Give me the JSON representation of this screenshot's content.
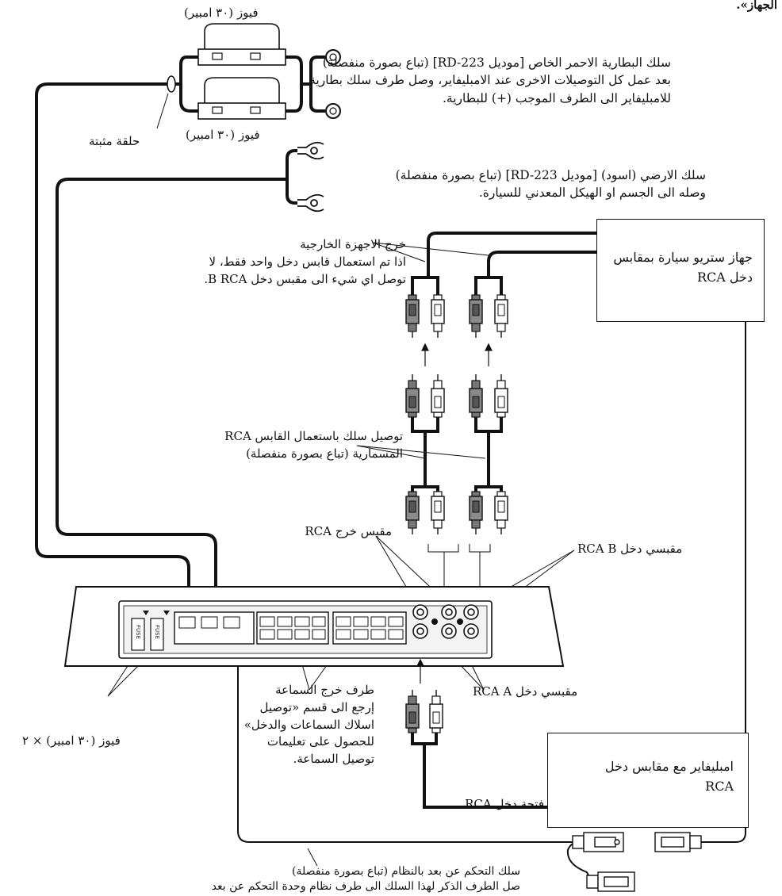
{
  "top_fragment": "الجهاز».",
  "fuse_top": "فيوز (٣٠ امبير)",
  "fuse_bottom": "فيوز (٣٠ امبير)",
  "fuse_holder_ring": "حلقة مثبتة",
  "battery_wire": {
    "line1": "سلك البطارية الاحمر الخاص [موديل RD-223] (تباع بصورة منفصلة)",
    "line2": "بعد عمل كل التوصيلات الاخرى عند الامبليفاير، وصل طرف سلك بطارية",
    "line3": "للامبليفاير الى الطرف الموجب (+) للبطارية."
  },
  "ground_wire": {
    "line1": "سلك الارضي (اسود) [موديل RD-223] (تباع بصورة منفصلة)",
    "line2": "وصله الى الجسم او الهيكل المعدني للسيارة."
  },
  "external_out": {
    "line1": "خرج الاجهزة الخارجية",
    "line2": "اذا تم استعمال قابس دخل واحد فقط، لا",
    "line3": "توصل اي شيء الى مقبس دخل B RCA."
  },
  "stereo_box": {
    "line1": "جهاز ستريو سيارة بمقابس",
    "line2": "دخل RCA"
  },
  "rca_cable": {
    "line1": "توصيل سلك باستعمال القابس RCA",
    "line2": "المسمارية (تباع بصورة منفصلة)"
  },
  "rca_out_jack": "مقبس خرج RCA",
  "rca_b_in": "مقبسي دخل RCA  B",
  "rca_a_in": "مقبسي دخل RCA  A",
  "speaker_out": {
    "line1": "طرف خرج السماعة",
    "line2": "إرجع الى قسم «توصيل",
    "line3": "اسلاك السماعات والدخل»",
    "line4": "للحصول على تعليمات",
    "line5": "توصيل السماعة."
  },
  "fuse_x2": "فيوز (٣٠ امبير) × ٢",
  "amp_box": {
    "line1": "امبليفاير مع مقابس دخل",
    "line2": "RCA"
  },
  "rca_input_port": "فتحة دخل RCA",
  "remote_wire": {
    "line1": "سلك التحكم عن بعد بالنظام (تباع بصورة منفصلة)",
    "line2": "صل الطرف الذكر لهذا السلك الى طرف نظام وحدة التحكم عن بعد"
  },
  "fuse_chip_label": "FUSE"
}
